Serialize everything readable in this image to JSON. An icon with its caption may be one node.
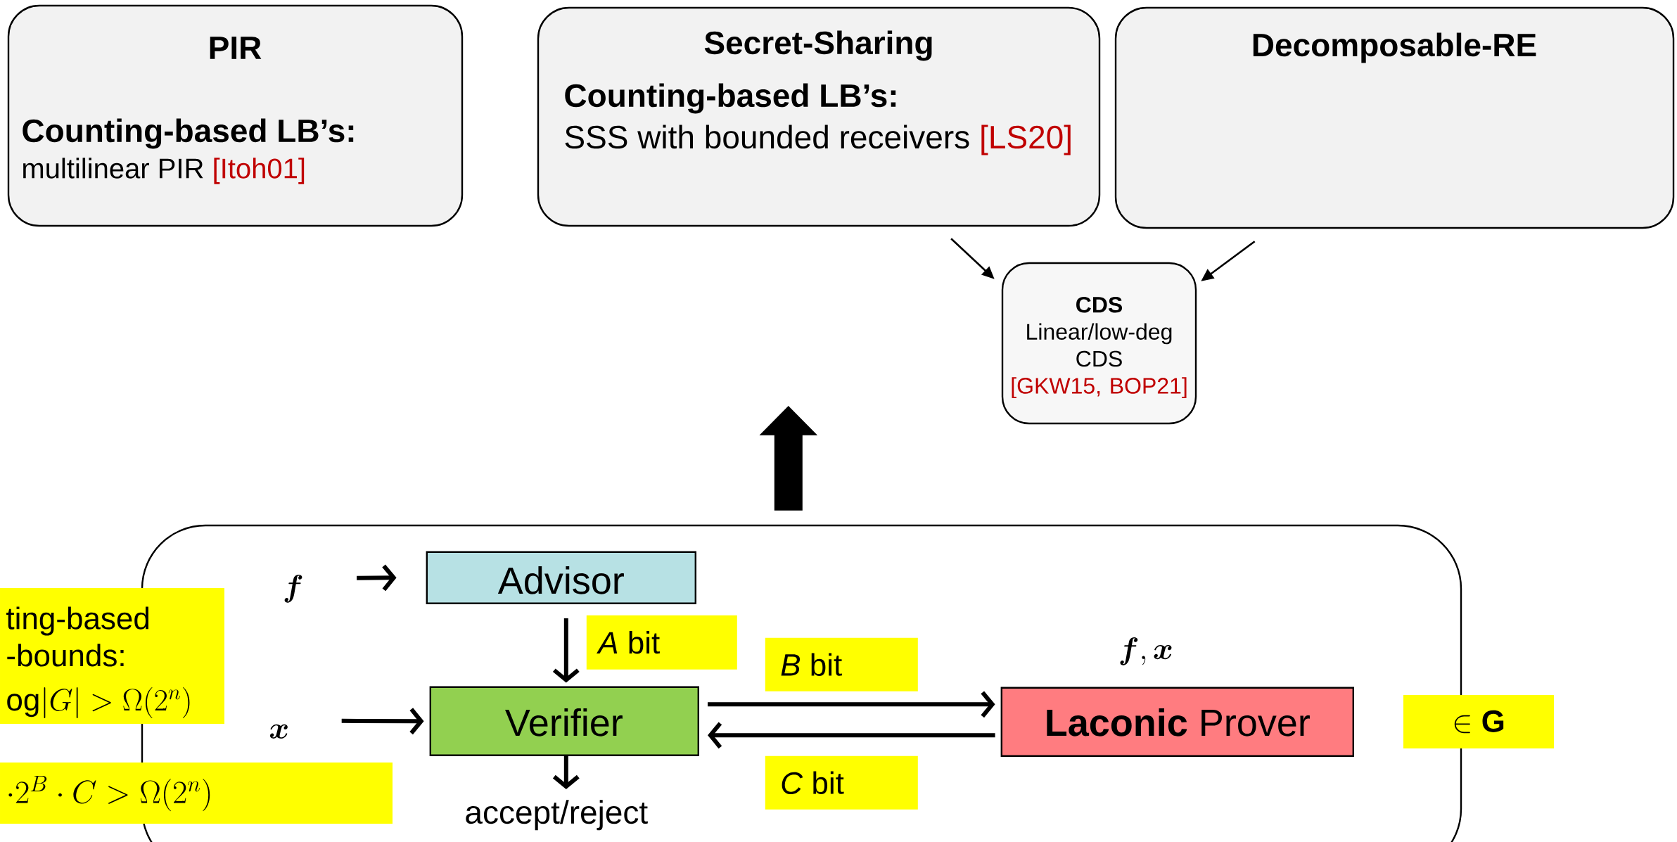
{
  "diagram": {
    "nodes": [
      {
        "text": [
          "PIR",
          "Counting-based LB’s:",
          "multilinear PIR",
          "[Itoh01]"
        ]
      },
      {
        "text": [
          "Secret-Sharing",
          "Counting-based LB’s:",
          "SSS with bounded receivers",
          "[LS20]"
        ]
      },
      {
        "text": [
          "Decomposable-RE"
        ]
      },
      {
        "text": [
          "CDS",
          "Linear/low-deg CDS",
          "[GKW15, BOP21]"
        ]
      },
      {
        "text": [],
        "shape": "box"
      },
      {
        "text": [
          "\\boldsymbol{f}"
        ],
        "in": 4
      },
      {
        "text": [
          "Advisor"
        ],
        "in": 4
      },
      {
        "text": [
          "\\boldsymbol{x}"
        ],
        "in": 4
      },
      {
        "text": [
          "Verifier"
        ],
        "in": 4
      },
      {
        "text": [
          "**Laconic** Prover"
        ],
        "beside": [
          "\\boldsymbol{f},\\boldsymbol{x}"
        ],
        "in": 4
      },
      {
        "text": [
          "accept/reject"
        ],
        "in": 4
      },
      {
        "text": [
          "ting-based -bounds:",
          "\\mathrm{og}|G| > \\Omega(2^{n})"
        ]
      },
      {
        "text": [
          "\\cdot 2^{B}\\cdot C > \\Omega(2^{n})"
        ]
      },
      {
        "text": [
          "\\in \\mathbf{G}"
        ]
      },
      {
        "text": [
          "*A* bit"
        ],
        "in": 4
      },
      {
        "text": [
          "*B* bit"
        ],
        "in": 4
      },
      {
        "text": [
          "*C* bit"
        ],
        "in": 4
      }
    ],
    "edges": [
      {
        "from": 1,
        "to": 3,
        "arrow": "to"
      },
      {
        "from": 2,
        "to": 3,
        "arrow": "to"
      },
      {
        "from": 4,
        "to": null,
        "arrow": "to",
        "style": "thick"
      },
      {
        "from": 5,
        "to": 6,
        "arrow": "to"
      },
      {
        "from": 7,
        "to": 8,
        "arrow": "to"
      },
      {
        "from": 6,
        "to": 8,
        "arrow": "to"
      },
      {
        "from": 8,
        "to": 9,
        "arrow": "to"
      },
      {
        "from": 9,
        "to": 8,
        "arrow": "to"
      },
      {
        "from": 8,
        "to": 10,
        "arrow": "to"
      }
    ]
  }
}
